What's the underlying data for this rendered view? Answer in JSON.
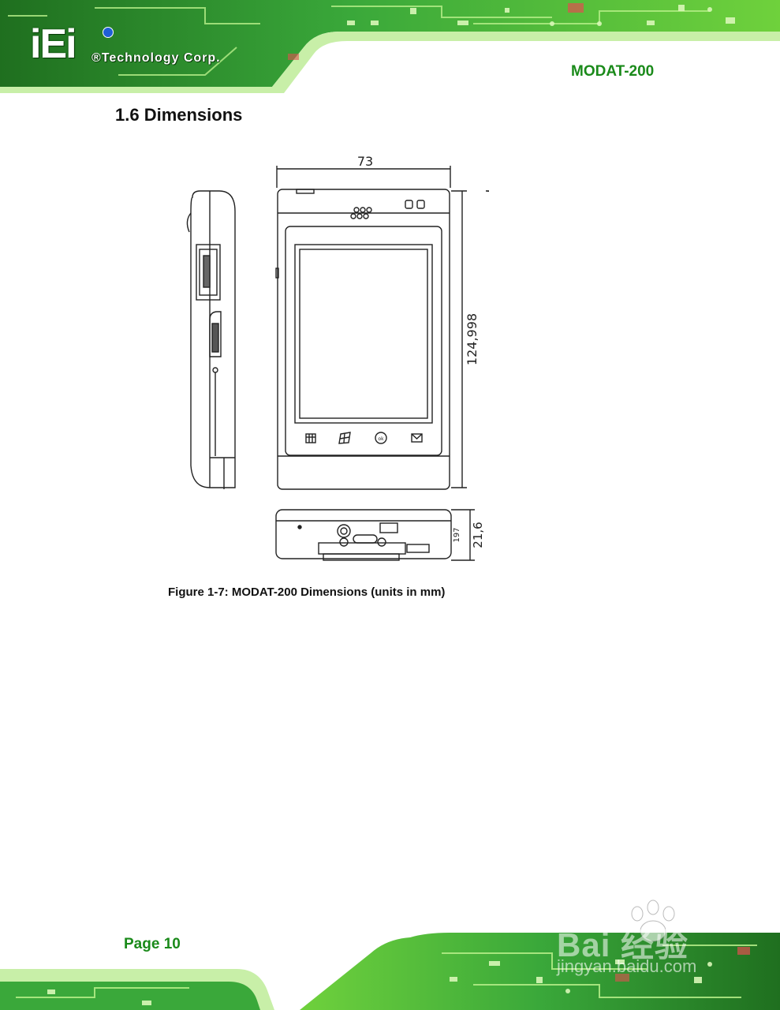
{
  "header": {
    "logo_mark": "iEi",
    "company": "®Technology Corp.",
    "product": "MODAT-200"
  },
  "section": {
    "title": "1.6 Dimensions"
  },
  "figure": {
    "dim_width": "73",
    "dim_height": "124,998",
    "dim_depth_inner": "197",
    "dim_depth": "21,6",
    "caption": "Figure 1-7: MODAT-200 Dimensions (units in mm)"
  },
  "footer": {
    "page": "Page 10"
  },
  "watermark": {
    "brand": "Bai 经验",
    "url": "jingyan.baidu.com"
  },
  "colors": {
    "accent_green": "#1a8a1a",
    "circuit_green": "#2e9a2e",
    "circuit_light": "#6fd13c"
  }
}
